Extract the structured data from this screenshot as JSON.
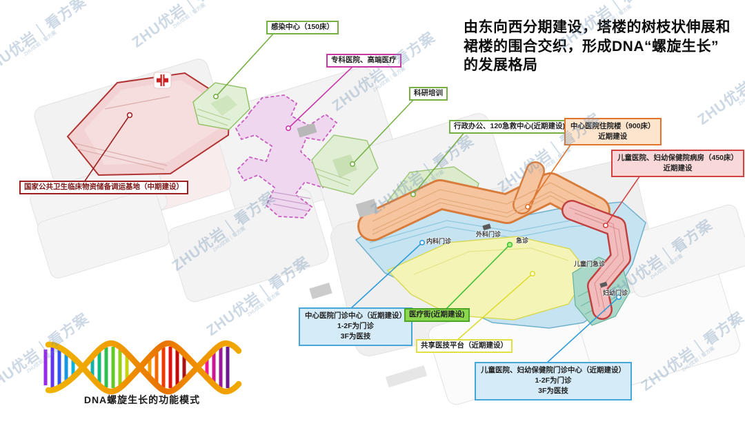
{
  "headline": "由东向西分期建设，塔楼的树枝状伸展和\n裙楼的围合交织，形成DNA“螺旋生长”\n的发展格局",
  "labels": {
    "infection": {
      "text": "感染中心（150床）",
      "color": "#76b043"
    },
    "specialty": {
      "text": "专科医院、高端医疗",
      "color": "#c837a8"
    },
    "research": {
      "text": "科研培训",
      "color": "#76b043"
    },
    "admin": {
      "text": "行政办公、120急救中心(近期建设)",
      "color": "#76b043"
    },
    "inpatient": {
      "line1": "中心医院住院楼（900床）",
      "line2": "近期建设",
      "color": "#e2732a"
    },
    "children_ward": {
      "line1": "儿童医院、妇幼保健院病房（450床）",
      "line2": "近期建设",
      "color": "#d24040"
    },
    "national_base": {
      "text": "国家公共卫生临床物资储备调运基地（中期建设）",
      "color": "#9c2020"
    },
    "central_outpatient": {
      "line1": "中心医院门诊中心（近期建设）",
      "line2": "1-2F为门诊",
      "line3": "3F为医技",
      "color": "#45a6d9"
    },
    "medical_street": {
      "text": "医疗街(近期建设)",
      "color": "#4ca526"
    },
    "shared_platform": {
      "text": "共享医技平台（近期建设）",
      "color": "#e2e040"
    },
    "children_outpatient": {
      "line1": "儿童医院、妇幼保健院门诊中心（近期建设）",
      "line2": "1-2F为门诊",
      "line3": "3F为医技",
      "color": "#45a6d9"
    }
  },
  "building_tags": {
    "internal": "内科门诊",
    "surgery": "外科门诊",
    "emergency": "急诊",
    "children": "儿童门急诊",
    "maternal": "妇幼门诊"
  },
  "dna": {
    "caption": "DNA螺旋生长的功能模式"
  },
  "watermark": {
    "text": "ZHU优岩｜看方案"
  },
  "zone_colors": {
    "national_base_pink": "#f2d2d2",
    "infection_green": "#e2f0d8",
    "specialty_violet": "#efd7ef",
    "inpatient_orange": "#f6c5a0",
    "outpatient_blue": "#c5e3f0",
    "shared_platform_yellow": "#f4f4b6",
    "children_ward_red": "#f2bcbc",
    "children_outpatient_teal": "#a9d8c8"
  }
}
